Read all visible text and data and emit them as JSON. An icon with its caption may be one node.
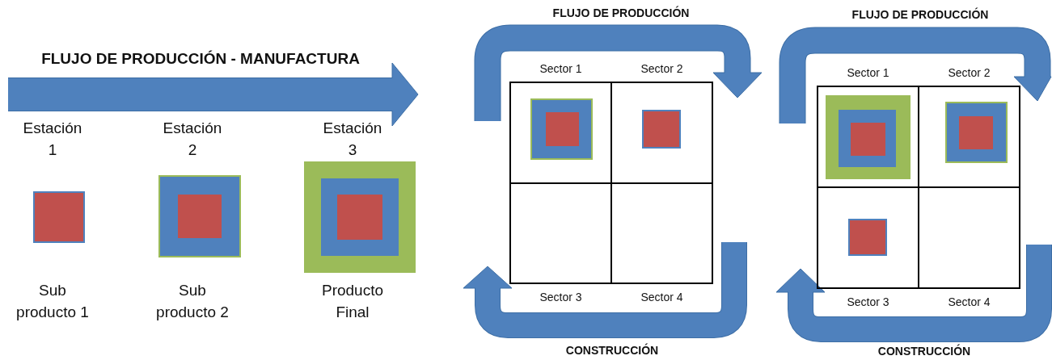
{
  "diagram": {
    "nodes": [
      {
        "text": [
          "Estación 1",
          "Sub producto 1"
        ]
      },
      {
        "text": [
          "Estación 2",
          "Sub producto 2"
        ]
      },
      {
        "text": [
          "Estación 3",
          "Producto Final"
        ]
      },
      {
        "text": [
          "Sector 1"
        ]
      },
      {
        "text": [
          "Sector 2"
        ]
      },
      {
        "text": [
          "Sector 3"
        ]
      },
      {
        "text": [
          "Sector 4"
        ]
      },
      {
        "text": [
          "Sector 1"
        ]
      },
      {
        "text": [
          "Sector 2"
        ]
      },
      {
        "text": [
          "Sector 3"
        ]
      },
      {
        "text": [
          "Sector 4"
        ]
      }
    ],
    "labels": [
      "FLUJO DE PRODUCCIÓN - MANUFACTURA",
      "FLUJO DE PRODUCCIÓN",
      "FLUJO DE PRODUCCIÓN",
      "CONSTRUCCIÓN",
      "CONSTRUCCIÓN"
    ]
  }
}
